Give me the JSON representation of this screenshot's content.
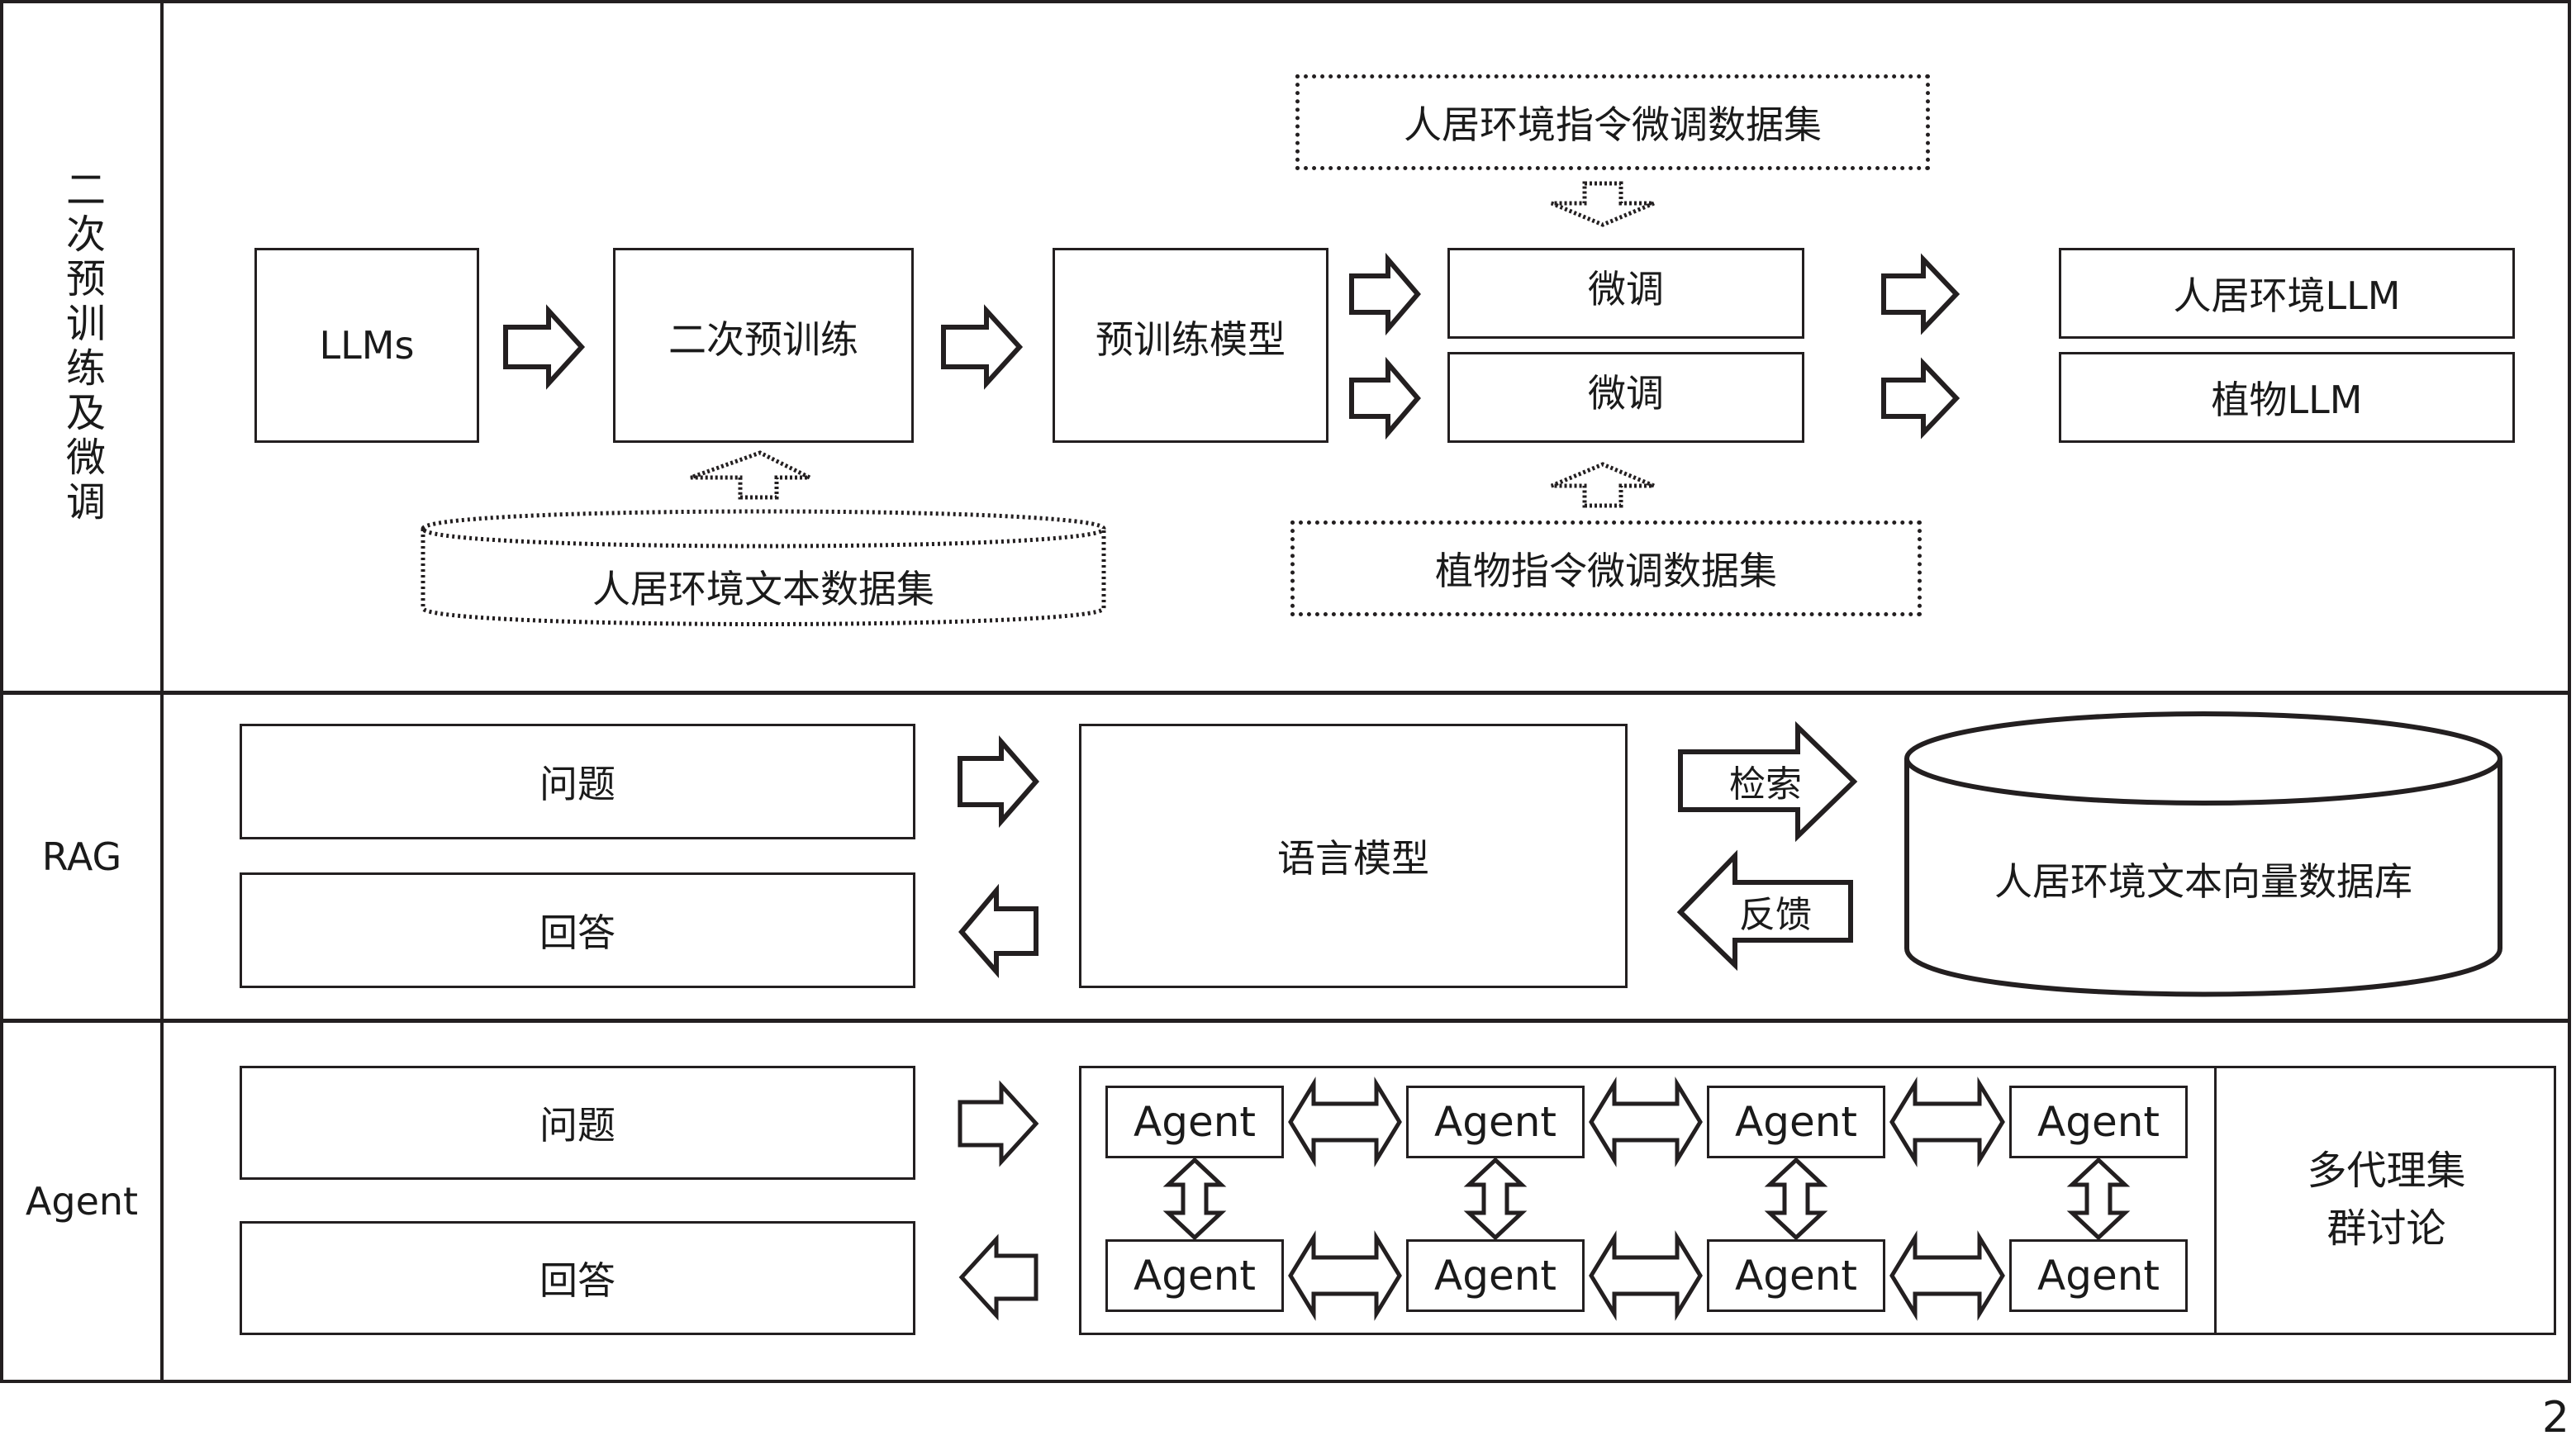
{
  "sections": {
    "pretrain": {
      "label": "二次预训练及微调"
    },
    "rag": {
      "label": "RAG"
    },
    "agent": {
      "label": "Agent"
    }
  },
  "pretrain": {
    "llms": "LLMs",
    "secondary_pretrain": "二次预训练",
    "pretrained_model": "预训练模型",
    "finetune_top": "微调",
    "finetune_bottom": "微调",
    "llm_habitat": "人居环境LLM",
    "llm_plant": "植物LLM",
    "dataset_habitat_instruct": "人居环境指令微调数据集",
    "dataset_plant_instruct": "植物指令微调数据集",
    "dataset_habitat_text": "人居环境文本数据集"
  },
  "rag": {
    "question": "问题",
    "answer": "回答",
    "language_model": "语言模型",
    "retrieve": "检索",
    "feedback": "反馈",
    "vector_db": "人居环境文本向量数据库"
  },
  "agent": {
    "question": "问题",
    "answer": "回答",
    "agents_top": [
      "Agent",
      "Agent",
      "Agent",
      "Agent"
    ],
    "agents_bottom": [
      "Agent",
      "Agent",
      "Agent",
      "Agent"
    ],
    "discussion_line1": "多代理集",
    "discussion_line2": "群讨论"
  },
  "page_number": "2"
}
